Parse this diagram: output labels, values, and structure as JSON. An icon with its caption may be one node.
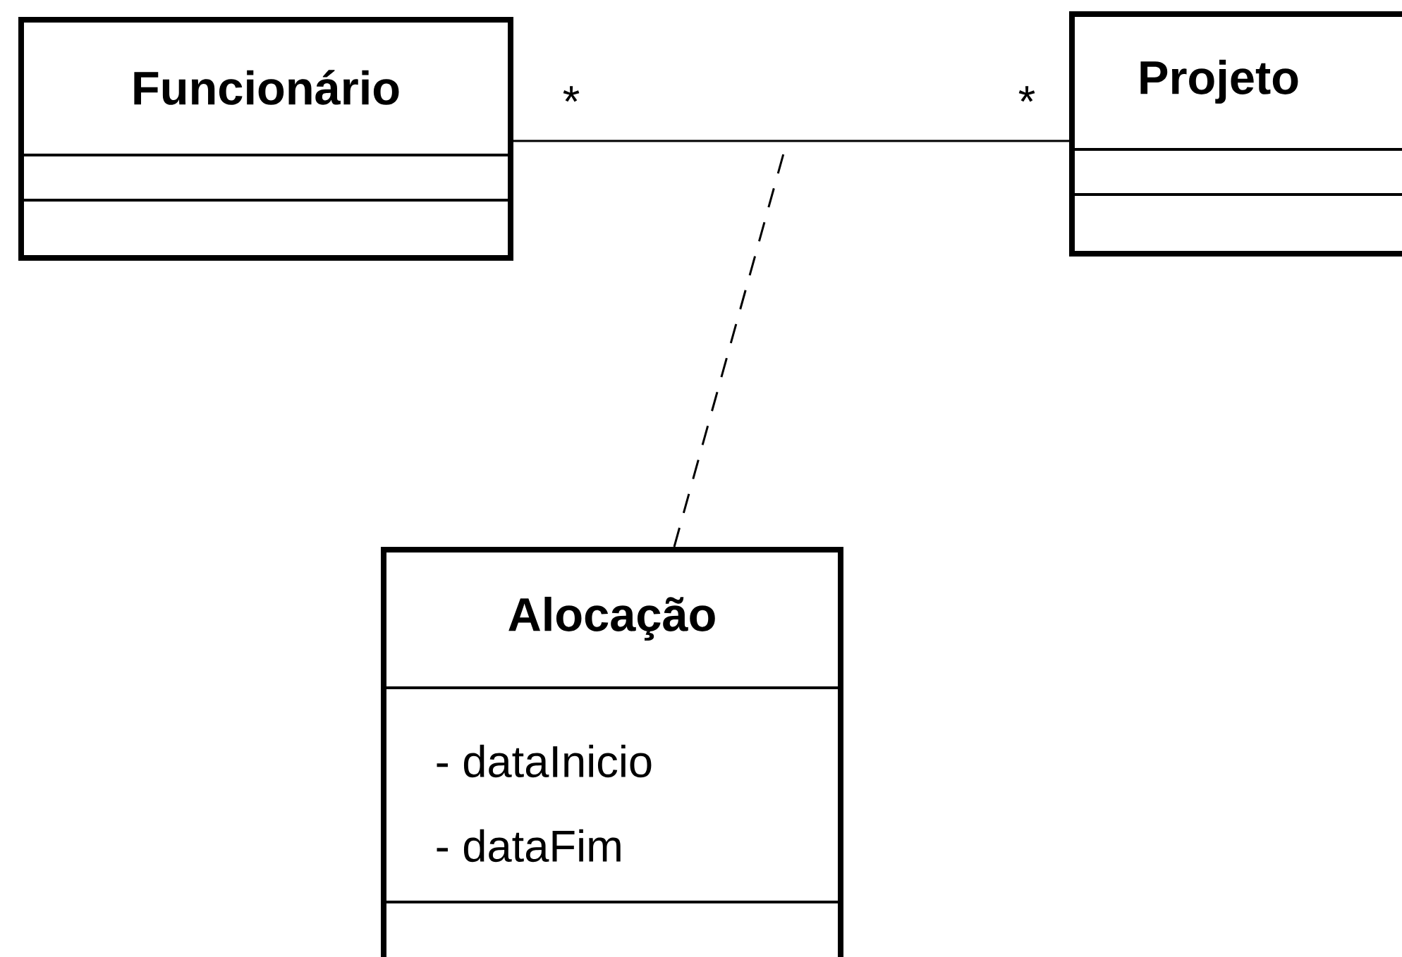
{
  "diagram": {
    "nodes": [
      {
        "text": [
          "Funcionário"
        ]
      },
      {
        "text": [
          "Projeto"
        ]
      },
      {
        "text": [
          "Alocação",
          "- dataInicio",
          "- dataFim"
        ]
      }
    ],
    "edges": [
      {
        "from": 0,
        "to": 1,
        "arrow": "none"
      },
      {
        "from": 2,
        "to": null,
        "arrow": "none",
        "style": "dashed"
      }
    ],
    "labels": [
      "*",
      "*"
    ]
  }
}
